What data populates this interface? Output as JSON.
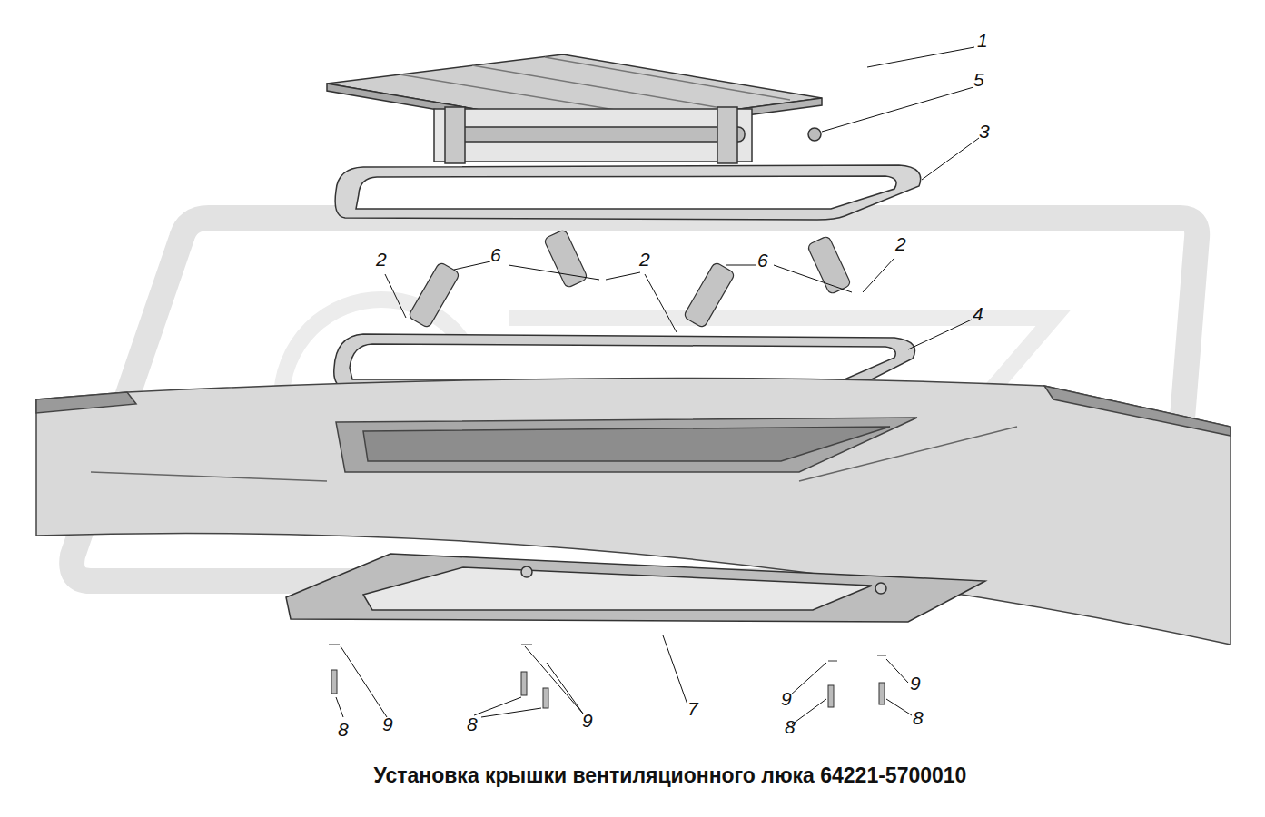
{
  "diagram": {
    "caption": "Установка крышки вентиляционного люка 64221-5700010",
    "labels": [
      "1",
      "5",
      "3",
      "2",
      "6",
      "2",
      "6",
      "2",
      "4",
      "8",
      "9",
      "8",
      "9",
      "7",
      "9",
      "8",
      "9",
      "8"
    ]
  }
}
